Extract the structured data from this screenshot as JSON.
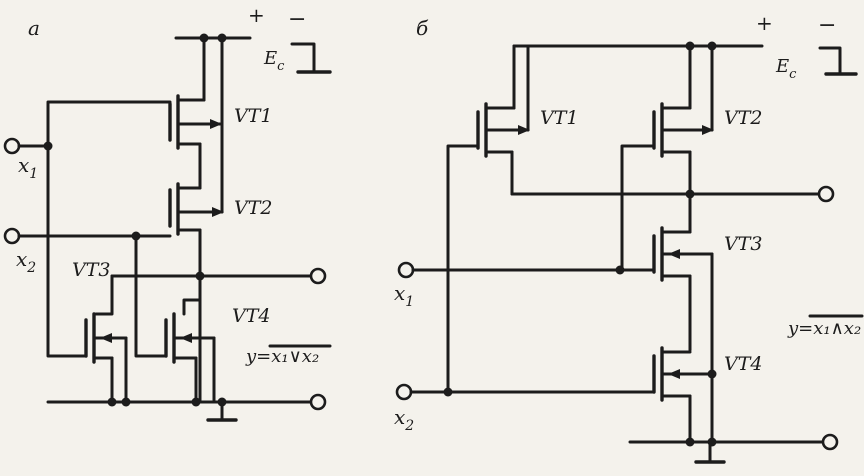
{
  "panel_a": {
    "tag": "а",
    "supply": {
      "plus": "+",
      "minus": "−",
      "label_main": "E",
      "label_sub": "c"
    },
    "inputs": [
      {
        "main": "x",
        "sub": "1"
      },
      {
        "main": "x",
        "sub": "2"
      }
    ],
    "transistors": [
      "VT1",
      "VT2",
      "VT3",
      "VT4"
    ],
    "output_formula": "y=x₁∨x₂"
  },
  "panel_b": {
    "tag": "б",
    "supply": {
      "plus": "+",
      "minus": "−",
      "label_main": "E",
      "label_sub": "c"
    },
    "inputs": [
      {
        "main": "x",
        "sub": "1"
      },
      {
        "main": "x",
        "sub": "2"
      }
    ],
    "transistors": [
      "VT1",
      "VT2",
      "VT3",
      "VT4"
    ],
    "output_formula": "y=x₁∧x₂"
  }
}
